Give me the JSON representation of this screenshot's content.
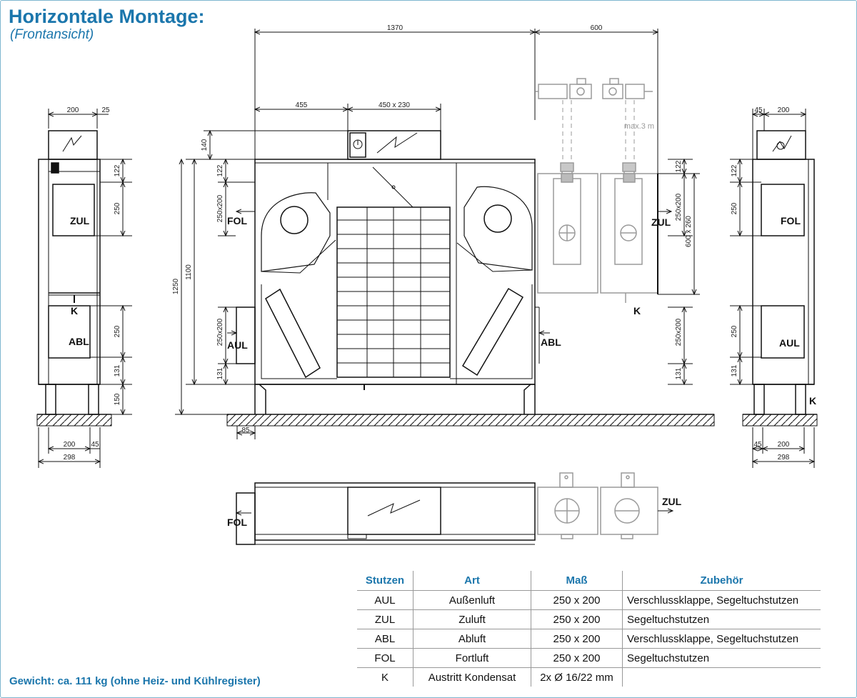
{
  "title": "Horizontale Montage:",
  "subtitle": "(Frontansicht)",
  "footer_weight": "Gewicht: ca. 111 kg (ohne Heiz- und Kühlregister)",
  "labels": {
    "zul": "ZUL",
    "abl": "ABL",
    "fol": "FOL",
    "aul": "AUL",
    "k": "K",
    "max3m": "max.3 m"
  },
  "dimensions": {
    "d1370": "1370",
    "d600": "600",
    "d455": "455",
    "d450x230": "450 x 230",
    "d200": "200",
    "d25": "25",
    "d45": "45",
    "d140": "140",
    "d122": "122",
    "d250x200": "250x200",
    "d250": "250",
    "d131": "131",
    "d150": "150",
    "d1250": "1250",
    "d1100": "1100",
    "d600x260": "600 x 260",
    "d85": "85",
    "d298": "298"
  },
  "table": {
    "headers": [
      "Stutzen",
      "Art",
      "Maß",
      "Zubehör"
    ],
    "rows": [
      [
        "AUL",
        "Außenluft",
        "250 x 200",
        "Verschlussklappe, Segeltuchstutzen"
      ],
      [
        "ZUL",
        "Zuluft",
        "250 x 200",
        "Segeltuchstutzen"
      ],
      [
        "ABL",
        "Abluft",
        "250 x 200",
        "Verschlussklappe, Segeltuchstutzen"
      ],
      [
        "FOL",
        "Fortluft",
        "250 x 200",
        "Segeltuchstutzen"
      ],
      [
        "K",
        "Austritt Kondensat",
        "2x Ø 16/22 mm",
        ""
      ]
    ]
  },
  "colors": {
    "title": "#1b76ac",
    "line": "#111111",
    "accessory": "#9a9a9a"
  }
}
